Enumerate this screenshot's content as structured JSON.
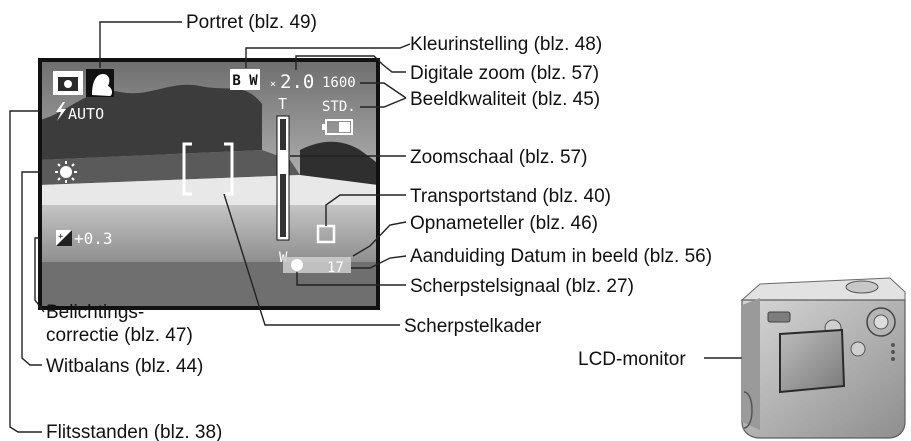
{
  "lcd": {
    "osd": {
      "flash_mode": "AUTO",
      "color_mode": "B W",
      "zoom_value": "2.0",
      "resolution": "1600",
      "quality": "STD.",
      "zoom_tele": "T",
      "zoom_wide": "W",
      "exposure_comp": "+0.3",
      "frame_counter": "17"
    }
  },
  "callouts": {
    "portrait": "Portret (blz. 49)",
    "color_mode": "Kleurinstelling (blz. 48)",
    "digital_zoom": "Digitale zoom (blz. 57)",
    "image_quality": "Beeldkwaliteit (blz. 45)",
    "zoom_scale": "Zoomschaal (blz. 57)",
    "drive_mode": "Transportstand (blz. 40)",
    "frame_counter": "Opnameteller (blz. 46)",
    "date_imprint": "Aanduiding Datum in beeld (blz. 56)",
    "focus_signal": "Scherpstelsignaal (blz. 27)",
    "focus_frame": "Scherpstelkader",
    "exposure_comp_line1": "Belichtings-",
    "exposure_comp_line2": "correctie (blz. 47)",
    "white_balance": "Witbalans (blz. 44)",
    "flash_modes": "Flitsstanden (blz. 38)",
    "lcd_monitor": "LCD-monitor"
  },
  "colors": {
    "sky_top": "#7e7e7e",
    "sky_bottom": "#c9c9c9",
    "hill": "#3f3f3f",
    "sea": "#a9a9a9",
    "frame": "#111111"
  }
}
